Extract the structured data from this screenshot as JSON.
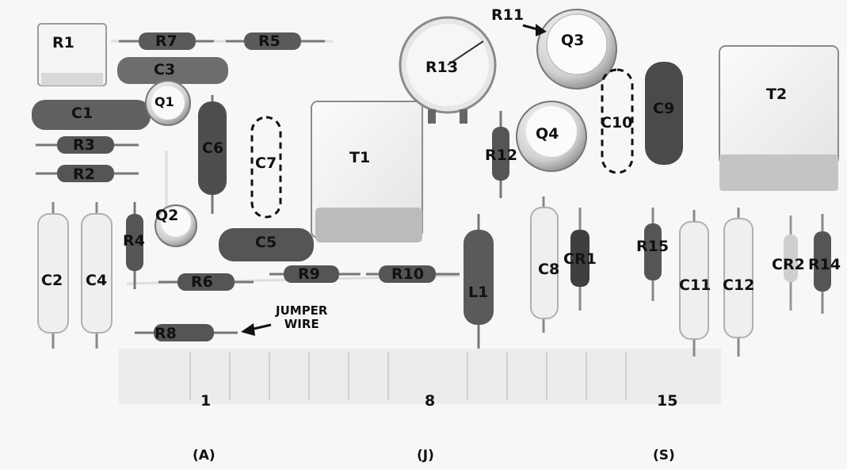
{
  "components": {
    "r1": "R1",
    "r7": "R7",
    "r5": "R5",
    "c3": "C3",
    "c1": "C1",
    "q1": "Q1",
    "r3": "R3",
    "r2": "R2",
    "c6": "C6",
    "c7": "C7",
    "t1": "T1",
    "r13": "R13",
    "r11": "R11",
    "q3": "Q3",
    "c9": "C9",
    "t2": "T2",
    "q4": "Q4",
    "c10": "C10",
    "r12": "R12",
    "q2": "Q2",
    "r4": "R4",
    "c5": "C5",
    "c2": "C2",
    "c4": "C4",
    "r6": "R6",
    "r9": "R9",
    "r10": "R10",
    "l1": "L1",
    "c8": "C8",
    "cr1": "CR1",
    "r15": "R15",
    "c11": "C11",
    "c12": "C12",
    "cr2": "CR2",
    "r14": "R14",
    "r8": "R8"
  },
  "jumper": {
    "line1": "JUMPER",
    "line2": "WIRE"
  },
  "pins": {
    "p1": "1",
    "p8": "8",
    "p15": "15"
  },
  "sections": {
    "a": "(A)",
    "j": "(J)",
    "s": "(S)"
  },
  "colors": {
    "board": "#f7f7f5",
    "resistor": "#4a4a4a",
    "ink": "#111111",
    "metal": "#d8d8d8",
    "cap_light": "#eeeeee"
  }
}
